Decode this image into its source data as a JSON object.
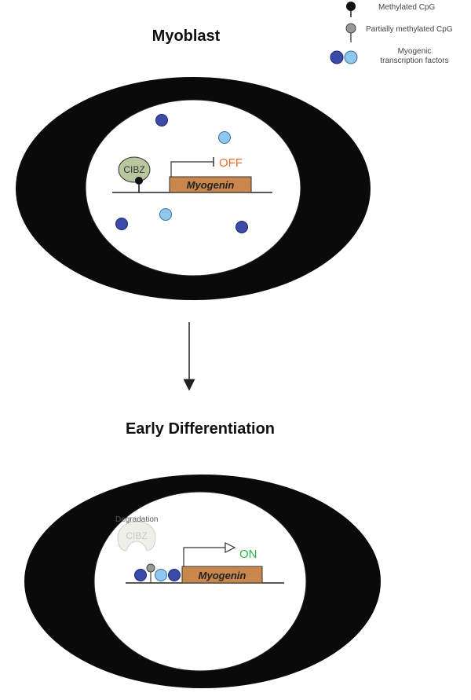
{
  "legend": {
    "methylated": "Methylated CpG",
    "partially_methylated": "Partially methylated CpG",
    "tf_line1": "Myogenic",
    "tf_line2": "transcription factors"
  },
  "panel_top": {
    "title": "Myoblast",
    "protein": "CIBZ",
    "gene": "Myogenin",
    "state": "OFF"
  },
  "panel_bottom": {
    "title": "Early Differentiation",
    "degradation": "Degradation",
    "protein": "CIBZ",
    "gene": "Myogenin",
    "state": "ON"
  },
  "colors": {
    "dark_blue": "#3c4aa8",
    "light_blue": "#8ec8ee",
    "off": "#ee6a28",
    "on": "#2db34a",
    "gene_box": "#c9874e",
    "cibz_fill": "#b8c79d"
  }
}
